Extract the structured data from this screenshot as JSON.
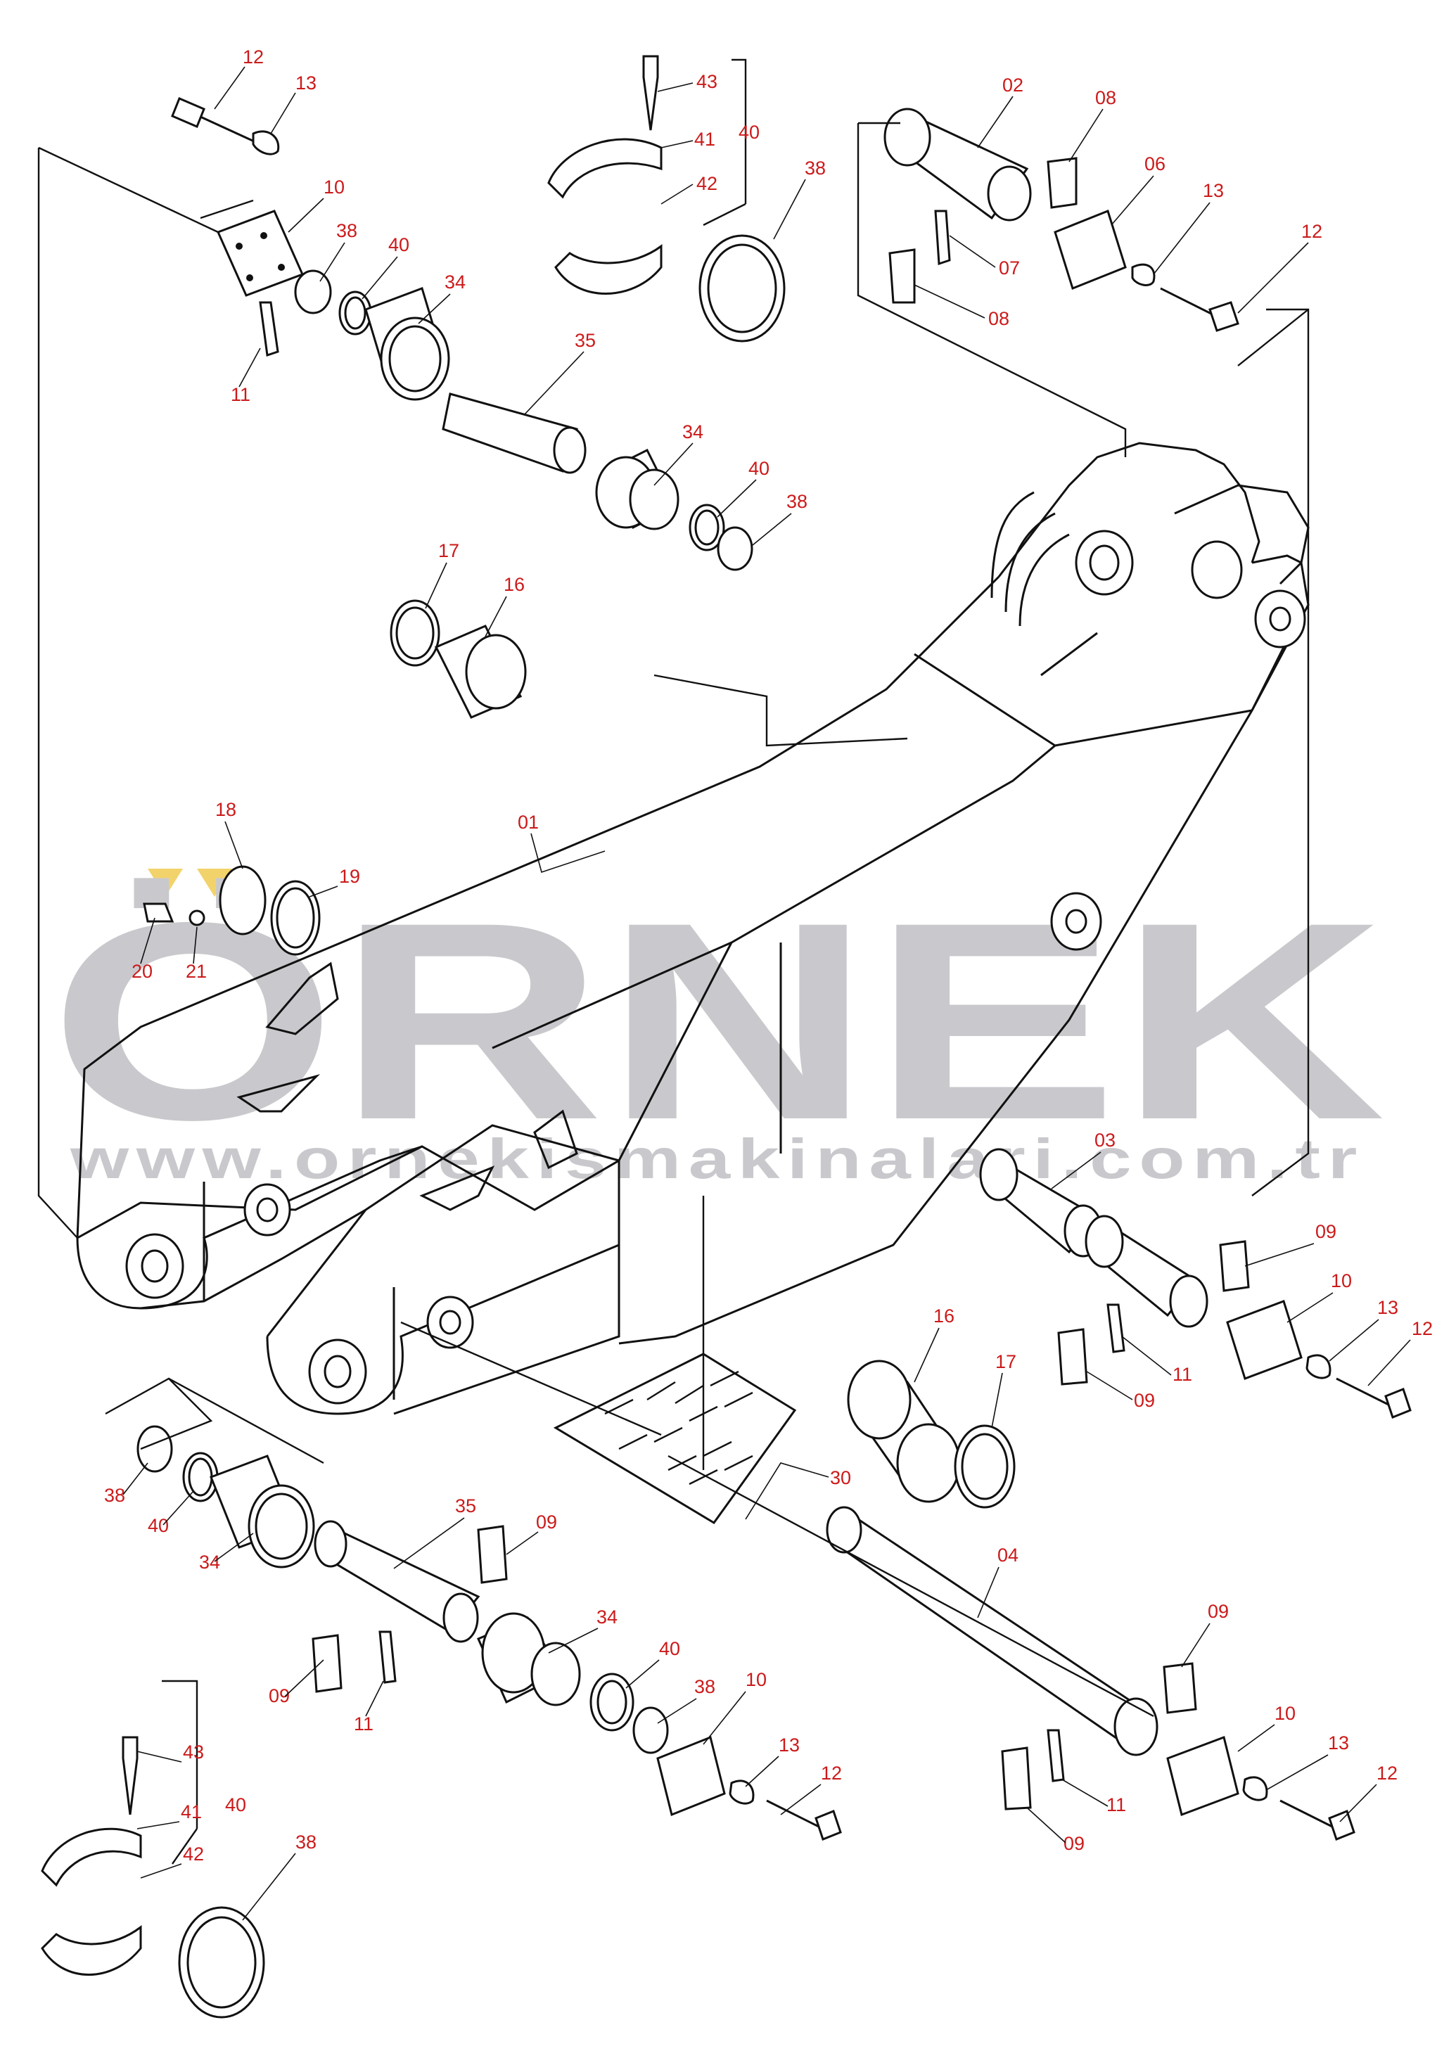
{
  "watermark": {
    "brand": "ÖRNEK",
    "url": "www.ornekismakinalari.com.tr",
    "color": "#c9c9cd",
    "logo_color": "#f2d36b"
  },
  "label_color": "#cc1a1a",
  "callouts": [
    {
      "text": "12"
    },
    {
      "text": "13"
    },
    {
      "text": "10"
    },
    {
      "text": "11"
    },
    {
      "text": "38"
    },
    {
      "text": "40"
    },
    {
      "text": "34"
    },
    {
      "text": "35"
    },
    {
      "text": "34"
    },
    {
      "text": "40"
    },
    {
      "text": "38"
    },
    {
      "text": "43"
    },
    {
      "text": "41"
    },
    {
      "text": "40"
    },
    {
      "text": "42"
    },
    {
      "text": "38"
    },
    {
      "text": "02"
    },
    {
      "text": "08"
    },
    {
      "text": "06"
    },
    {
      "text": "13"
    },
    {
      "text": "12"
    },
    {
      "text": "07"
    },
    {
      "text": "08"
    },
    {
      "text": "17"
    },
    {
      "text": "16"
    },
    {
      "text": "18"
    },
    {
      "text": "19"
    },
    {
      "text": "20"
    },
    {
      "text": "21"
    },
    {
      "text": "01"
    },
    {
      "text": "03"
    },
    {
      "text": "09"
    },
    {
      "text": "10"
    },
    {
      "text": "13"
    },
    {
      "text": "12"
    },
    {
      "text": "11"
    },
    {
      "text": "09"
    },
    {
      "text": "16"
    },
    {
      "text": "17"
    },
    {
      "text": "30"
    },
    {
      "text": "38"
    },
    {
      "text": "40"
    },
    {
      "text": "34"
    },
    {
      "text": "35"
    },
    {
      "text": "09"
    },
    {
      "text": "34"
    },
    {
      "text": "09"
    },
    {
      "text": "11"
    },
    {
      "text": "40"
    },
    {
      "text": "38"
    },
    {
      "text": "10"
    },
    {
      "text": "13"
    },
    {
      "text": "12"
    },
    {
      "text": "43"
    },
    {
      "text": "41"
    },
    {
      "text": "40"
    },
    {
      "text": "42"
    },
    {
      "text": "38"
    },
    {
      "text": "04"
    },
    {
      "text": "09"
    },
    {
      "text": "10"
    },
    {
      "text": "13"
    },
    {
      "text": "12"
    },
    {
      "text": "11"
    },
    {
      "text": "09"
    }
  ]
}
